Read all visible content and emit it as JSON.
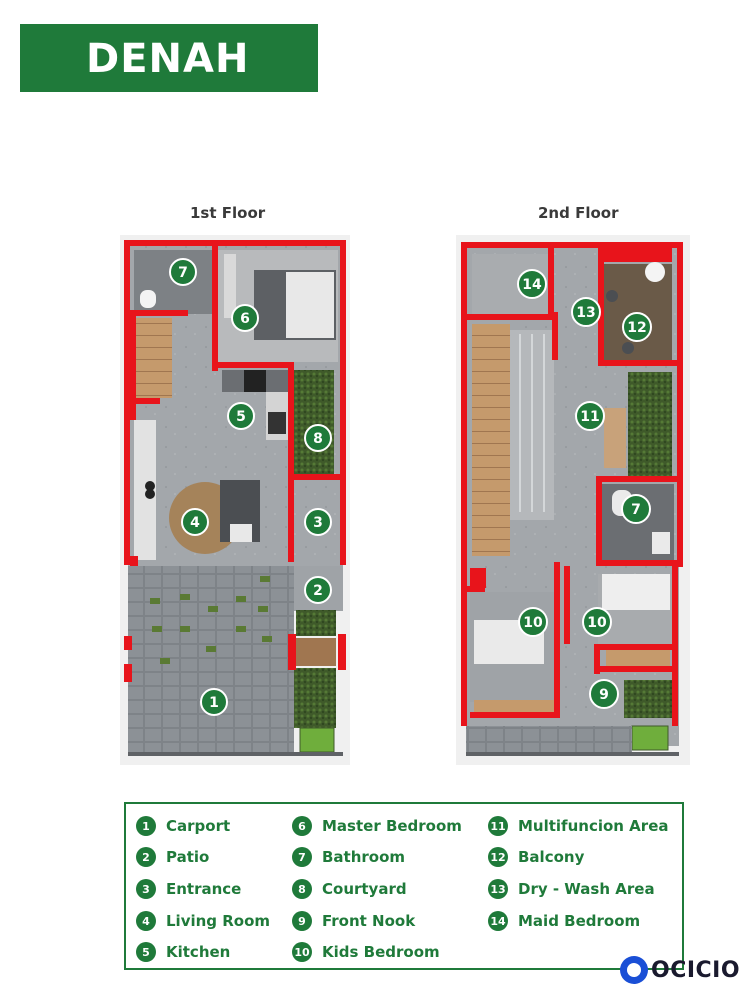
{
  "header": {
    "title": "DENAH"
  },
  "floors": [
    {
      "title": "1st Floor"
    },
    {
      "title": "2nd Floor"
    }
  ],
  "plan_markers_floor1": [
    "7",
    "6",
    "5",
    "8",
    "4",
    "3",
    "2",
    "1"
  ],
  "plan_markers_floor2": [
    "14",
    "13",
    "12",
    "11",
    "7",
    "10",
    "10",
    "9"
  ],
  "legend": [
    {
      "num": "1",
      "label": "Carport"
    },
    {
      "num": "2",
      "label": "Patio"
    },
    {
      "num": "3",
      "label": "Entrance"
    },
    {
      "num": "4",
      "label": "Living Room"
    },
    {
      "num": "5",
      "label": "Kitchen"
    },
    {
      "num": "6",
      "label": "Master Bedroom"
    },
    {
      "num": "7",
      "label": "Bathroom"
    },
    {
      "num": "8",
      "label": "Courtyard"
    },
    {
      "num": "9",
      "label": "Front Nook"
    },
    {
      "num": "10",
      "label": "Kids Bedroom"
    },
    {
      "num": "11",
      "label": "Multifuncion Area"
    },
    {
      "num": "12",
      "label": "Balcony"
    },
    {
      "num": "13",
      "label": "Dry - Wash Area"
    },
    {
      "num": "14",
      "label": "Maid Bedroom"
    }
  ],
  "brand": {
    "name": "OCICIO",
    "icon": "brand-circle-icon"
  },
  "colors": {
    "green": "#1f7a3a",
    "wall": "#e8141b",
    "floor": "#9a9ea3",
    "brand_blue": "#1a4fd6"
  }
}
